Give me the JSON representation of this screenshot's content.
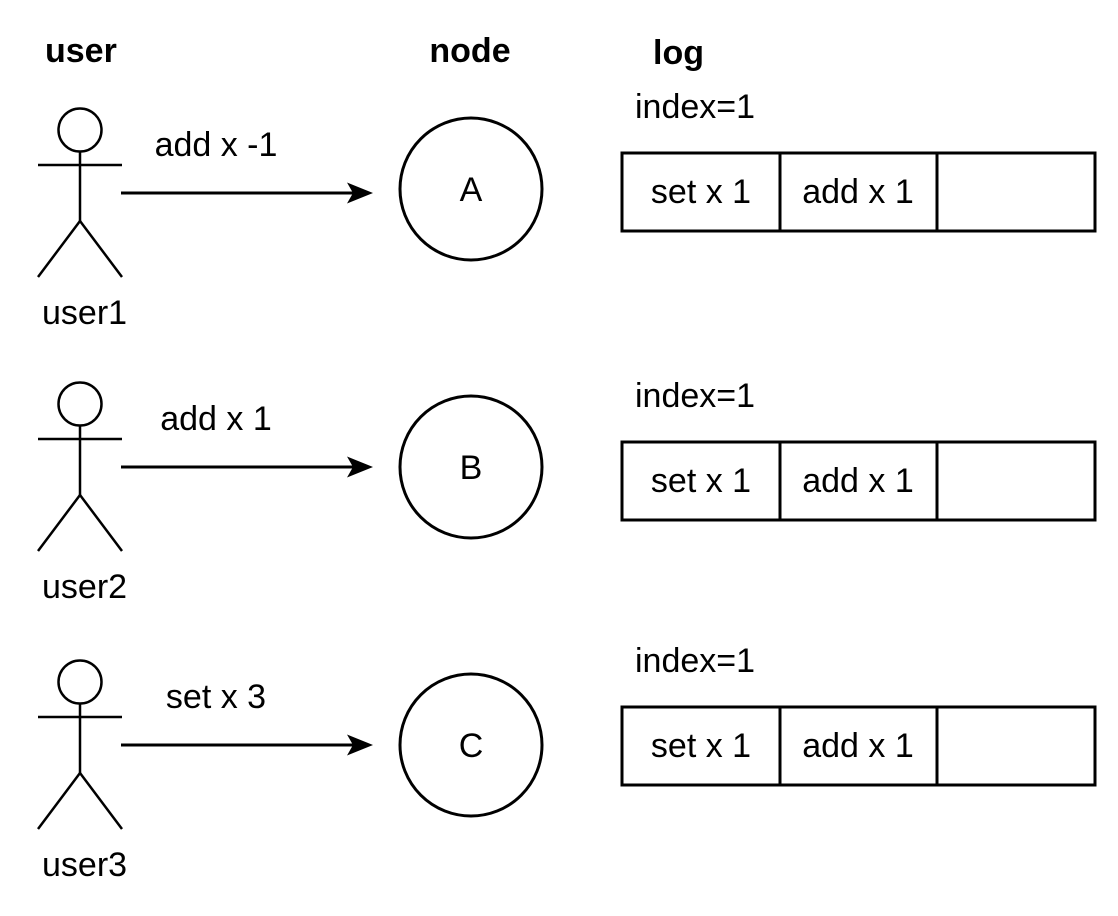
{
  "headers": {
    "user": "user",
    "node": "node",
    "log": "log"
  },
  "rows": [
    {
      "user": "user1",
      "message": "add x -1",
      "node": "A",
      "log": {
        "index": "index=1",
        "cells": [
          "set x 1",
          "add x 1",
          ""
        ]
      }
    },
    {
      "user": "user2",
      "message": "add x 1",
      "node": "B",
      "log": {
        "index": "index=1",
        "cells": [
          "set x 1",
          "add x 1",
          ""
        ]
      }
    },
    {
      "user": "user3",
      "message": "set x 3",
      "node": "C",
      "log": {
        "index": "index=1",
        "cells": [
          "set x 1",
          "add x 1",
          ""
        ]
      }
    }
  ],
  "colors": {
    "ink": "#000000",
    "background": "#ffffff"
  }
}
